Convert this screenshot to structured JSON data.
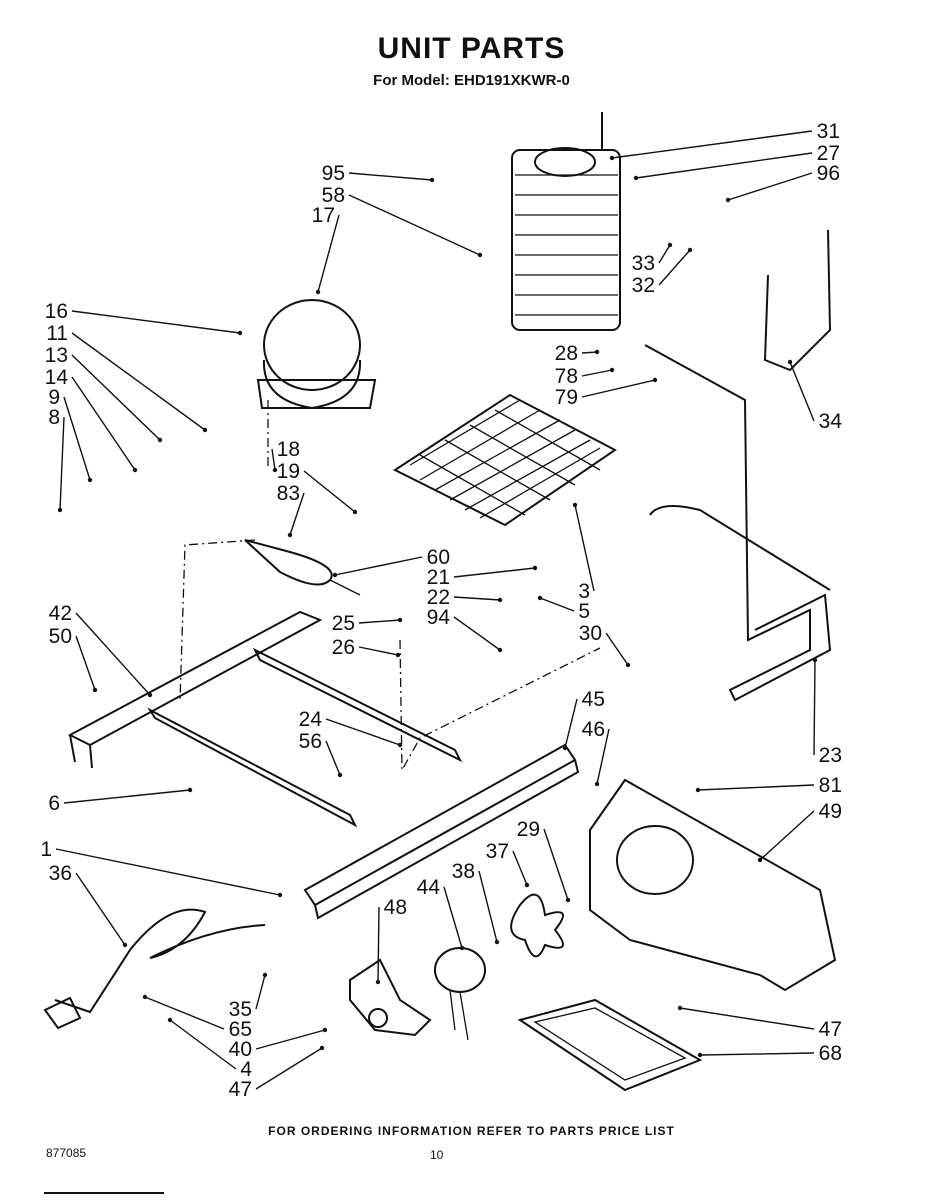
{
  "title": "UNIT PARTS",
  "subtitle": "For Model: EHD191XKWR-0",
  "footer": "FOR ORDERING INFORMATION REFER TO PARTS PRICE LIST",
  "doc_number": "877085",
  "page_number": "10",
  "callouts": [
    {
      "label": "31"
    },
    {
      "label": "27"
    },
    {
      "label": "96"
    },
    {
      "label": "95"
    },
    {
      "label": "58"
    },
    {
      "label": "17"
    },
    {
      "label": "33"
    },
    {
      "label": "32"
    },
    {
      "label": "16"
    },
    {
      "label": "11"
    },
    {
      "label": "13"
    },
    {
      "label": "14"
    },
    {
      "label": "9"
    },
    {
      "label": "8"
    },
    {
      "label": "28"
    },
    {
      "label": "78"
    },
    {
      "label": "79"
    },
    {
      "label": "34"
    },
    {
      "label": "18"
    },
    {
      "label": "19"
    },
    {
      "label": "83"
    },
    {
      "label": "60"
    },
    {
      "label": "21"
    },
    {
      "label": "22"
    },
    {
      "label": "3"
    },
    {
      "label": "5"
    },
    {
      "label": "94"
    },
    {
      "label": "25"
    },
    {
      "label": "26"
    },
    {
      "label": "42"
    },
    {
      "label": "50"
    },
    {
      "label": "30"
    },
    {
      "label": "45"
    },
    {
      "label": "46"
    },
    {
      "label": "24"
    },
    {
      "label": "56"
    },
    {
      "label": "23"
    },
    {
      "label": "6"
    },
    {
      "label": "81"
    },
    {
      "label": "49"
    },
    {
      "label": "1"
    },
    {
      "label": "36"
    },
    {
      "label": "29"
    },
    {
      "label": "37"
    },
    {
      "label": "38"
    },
    {
      "label": "44"
    },
    {
      "label": "48"
    },
    {
      "label": "35"
    },
    {
      "label": "65"
    },
    {
      "label": "40"
    },
    {
      "label": "4"
    },
    {
      "label": "47"
    },
    {
      "label": "47"
    },
    {
      "label": "68"
    }
  ]
}
